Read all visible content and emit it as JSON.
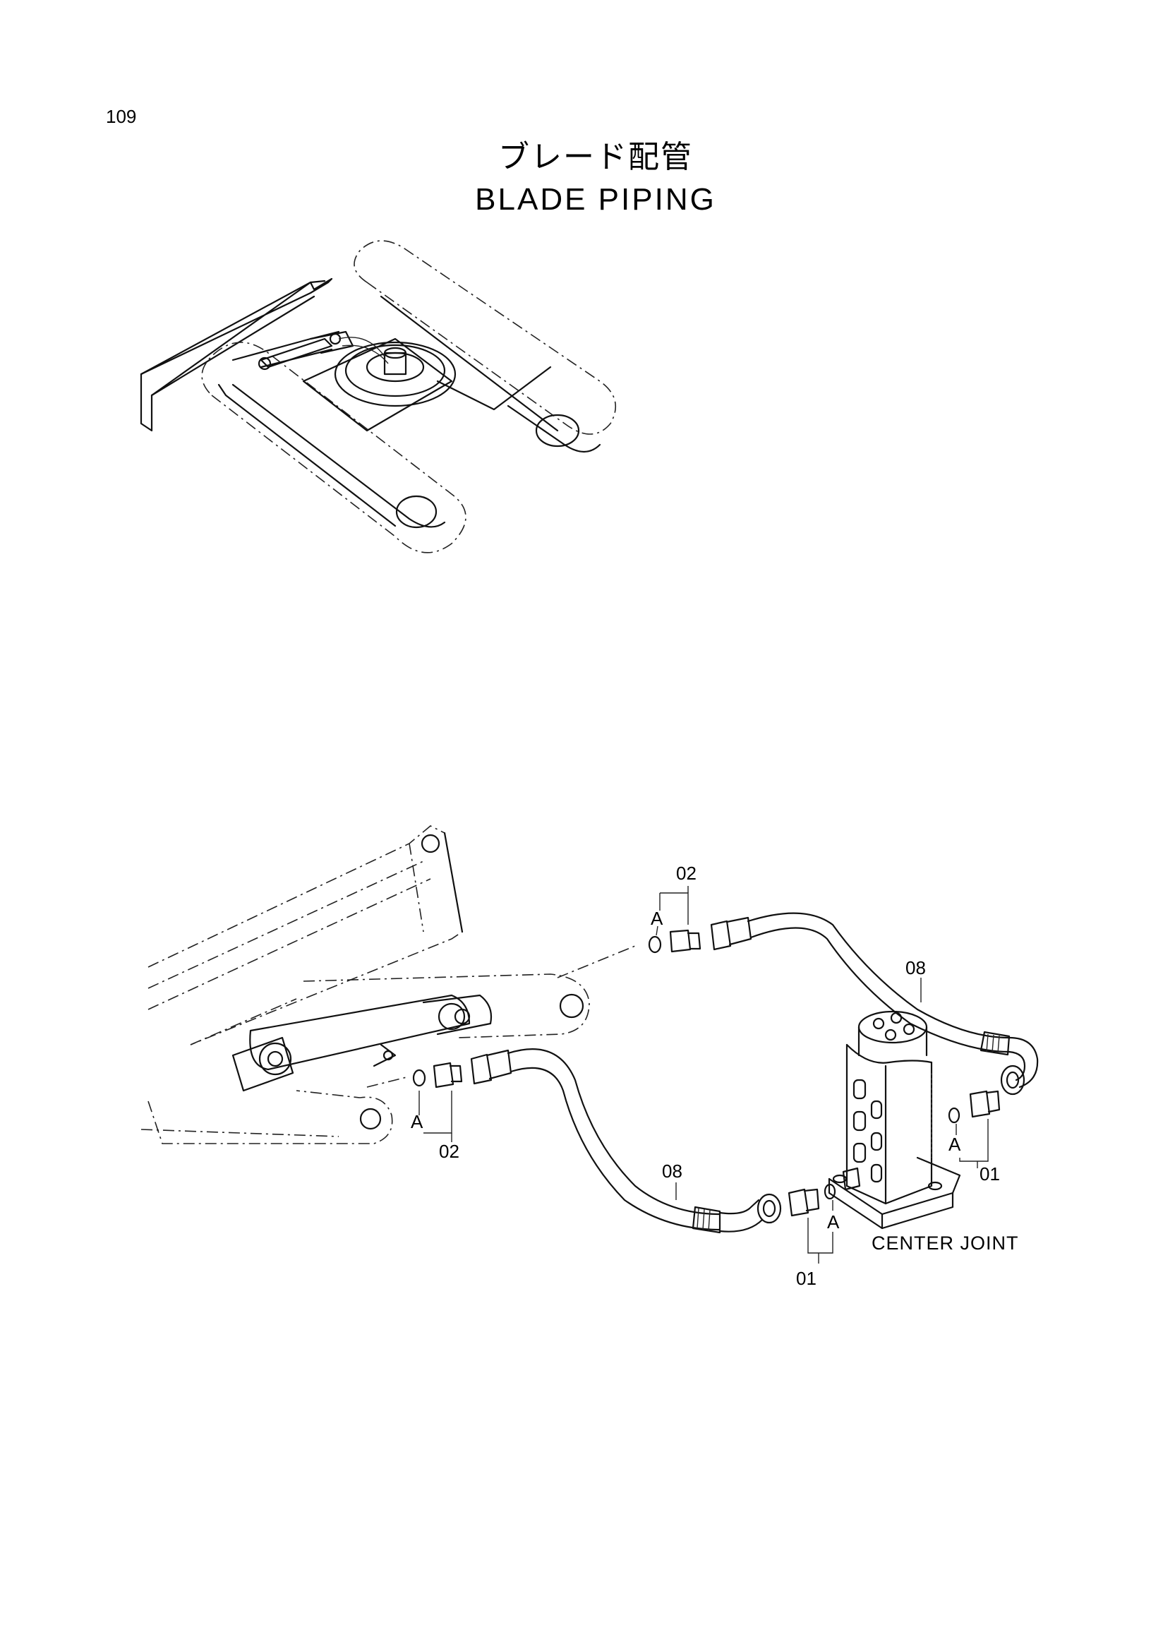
{
  "page": {
    "number": "109"
  },
  "title": {
    "japanese": "ブレード配管",
    "english": "BLADE PIPING"
  },
  "callouts": {
    "p02_top": "02",
    "a_top": "A",
    "p08_top": "08",
    "a_left": "A",
    "p02_left": "02",
    "p08_bottom": "08",
    "a_center": "A",
    "p01_center": "01",
    "a_right": "A",
    "p01_right": "01",
    "center_joint": "CENTER  JOINT"
  }
}
